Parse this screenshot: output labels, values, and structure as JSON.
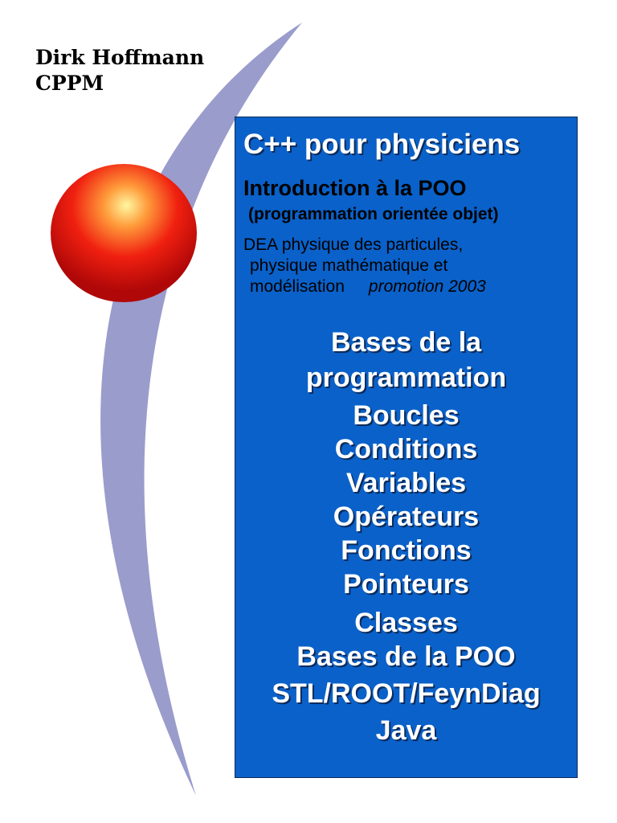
{
  "author": {
    "name": "Dirk Hoffmann",
    "lab": "CPPM"
  },
  "panel": {
    "title": "C++ pour physiciens",
    "subtitle": "Introduction à la POO",
    "subtitle_detail": "(programmation orientée objet)",
    "dea_line1": "DEA physique des particules,",
    "dea_line2": "physique mathématique et",
    "dea_line3": "modélisation",
    "promotion": "promotion 2003",
    "topics": [
      "Bases de la",
      "programmation",
      "Boucles",
      "Conditions",
      "Variables",
      "Opérateurs",
      "Fonctions",
      "Pointeurs",
      "Classes",
      "Bases de la POO",
      "STL/ROOT/FeynDiag",
      "Java"
    ]
  },
  "colors": {
    "panel_background": "#0a61c9",
    "arc": "#9a9ccc",
    "sphere": "#e01010"
  }
}
